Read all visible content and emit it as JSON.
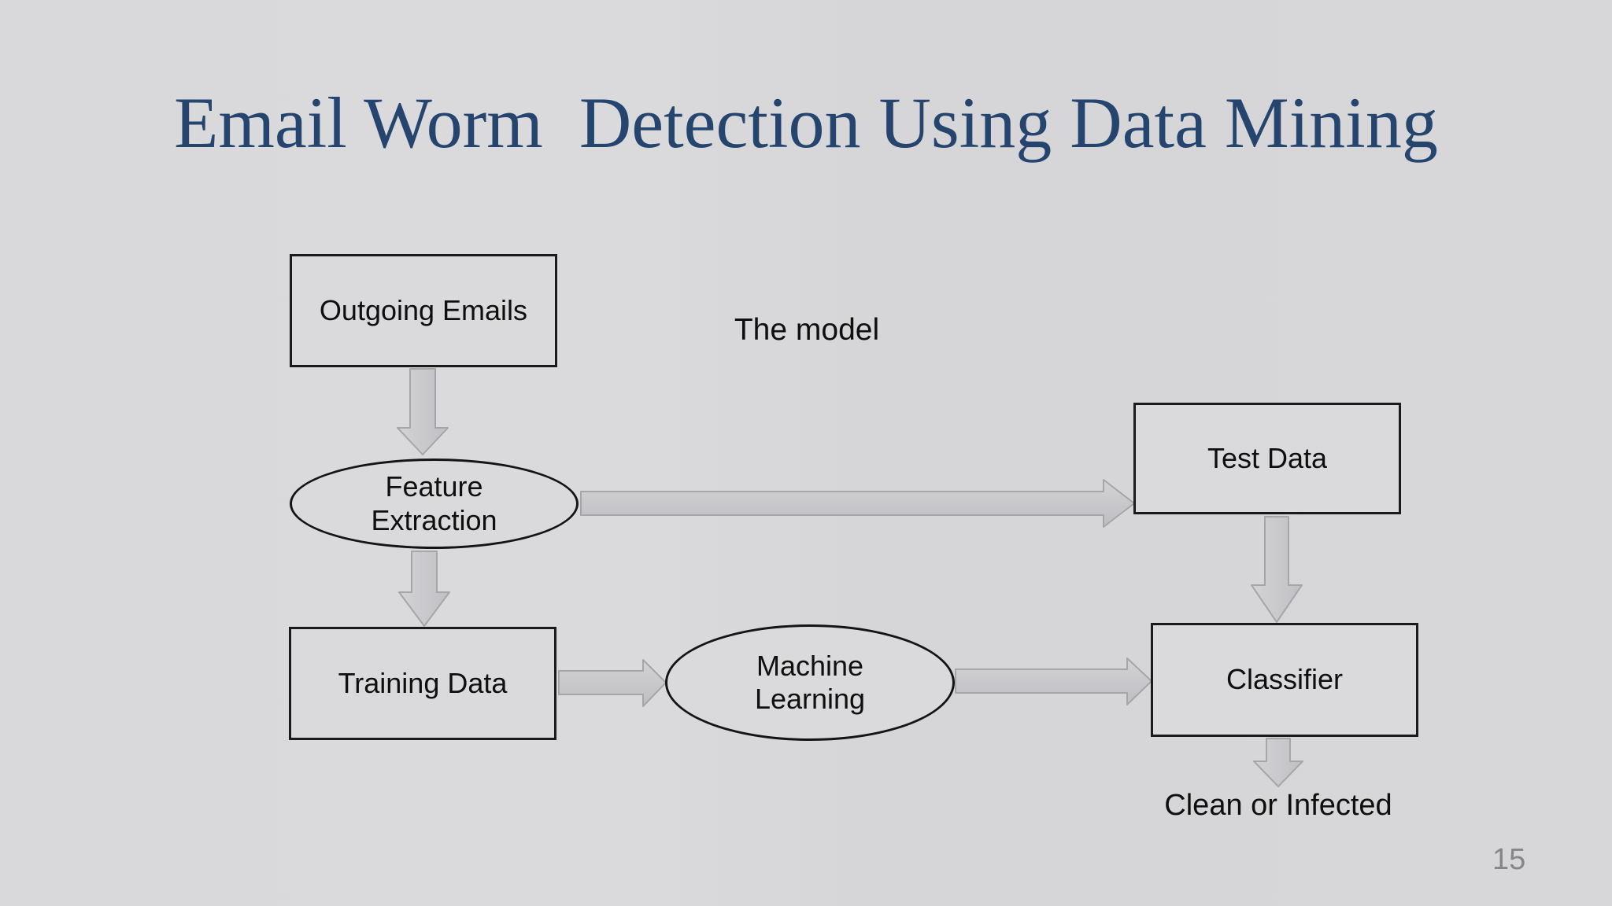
{
  "slide": {
    "title": "Email Worm  Detection Using Data Mining",
    "annotation": "The model",
    "output_label": "Clean or Infected",
    "page_number": "15",
    "colors": {
      "background": "#d8d8da",
      "title_text": "#26456e",
      "body_text": "#0f0f0f",
      "node_border": "#1a1a1a",
      "arrow_fill_light": "#d2d2d5",
      "arrow_fill_dark": "#bfbfc3",
      "arrow_stroke": "#a6a6aa",
      "page_number_text": "#85858a"
    }
  },
  "diagram": {
    "type": "flowchart",
    "nodes": [
      {
        "id": "outgoing-emails",
        "shape": "rectangle",
        "label": "Outgoing Emails"
      },
      {
        "id": "feature-extraction",
        "shape": "ellipse",
        "label": "Feature Extraction"
      },
      {
        "id": "test-data",
        "shape": "rectangle",
        "label": "Test Data"
      },
      {
        "id": "training-data",
        "shape": "rectangle",
        "label": "Training Data"
      },
      {
        "id": "machine-learning",
        "shape": "ellipse",
        "label": "Machine Learning"
      },
      {
        "id": "classifier",
        "shape": "rectangle",
        "label": "Classifier"
      }
    ],
    "edges": [
      {
        "from": "outgoing-emails",
        "to": "feature-extraction",
        "direction": "down"
      },
      {
        "from": "feature-extraction",
        "to": "test-data",
        "direction": "right"
      },
      {
        "from": "feature-extraction",
        "to": "training-data",
        "direction": "down"
      },
      {
        "from": "test-data",
        "to": "classifier",
        "direction": "down"
      },
      {
        "from": "training-data",
        "to": "machine-learning",
        "direction": "right"
      },
      {
        "from": "machine-learning",
        "to": "classifier",
        "direction": "right"
      },
      {
        "from": "classifier",
        "to": "clean-or-infected",
        "direction": "down"
      }
    ]
  }
}
